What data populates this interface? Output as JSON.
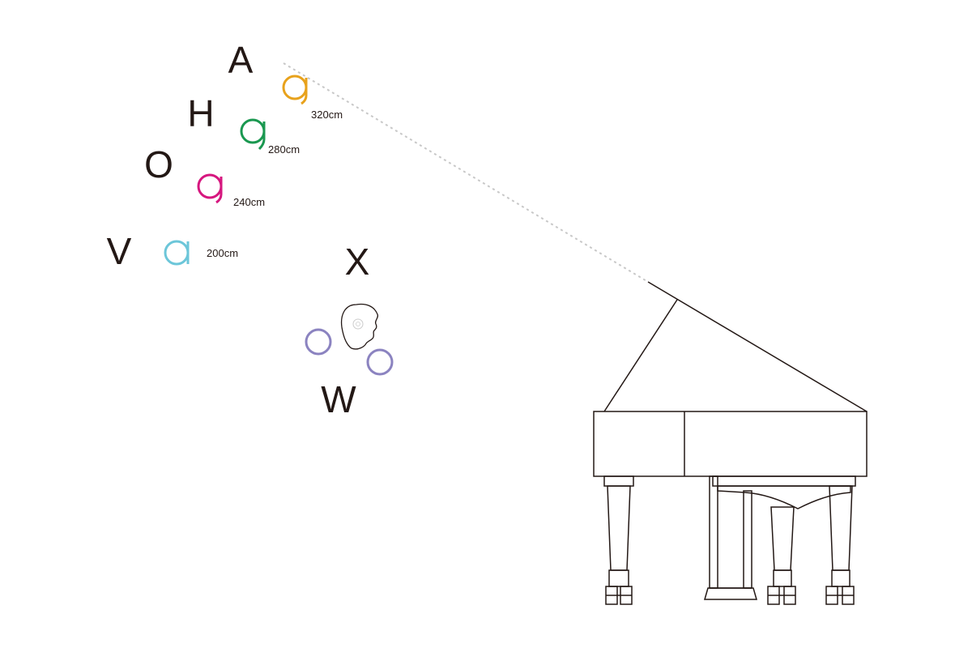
{
  "positions": {
    "a": {
      "letter": "A"
    },
    "h": {
      "letter": "H"
    },
    "o": {
      "letter": "O"
    },
    "v": {
      "letter": "V"
    },
    "x": {
      "letter": "X"
    },
    "w": {
      "letter": "W"
    }
  },
  "mics": [
    {
      "id": "a",
      "distance": "320cm",
      "color": "#e8a21c"
    },
    {
      "id": "h",
      "distance": "280cm",
      "color": "#1a9850"
    },
    {
      "id": "o",
      "distance": "240cm",
      "color": "#d6177f"
    },
    {
      "id": "v",
      "distance": "200cm",
      "color": "#6cc6d9"
    }
  ],
  "binaural": {
    "color": "#8b83c0"
  },
  "colors": {
    "ink": "#231815",
    "axis_line": "#c8c8c8"
  },
  "icons": {
    "mic": "microphone-icon",
    "head": "dummy-head-icon",
    "piano": "grand-piano-icon"
  }
}
